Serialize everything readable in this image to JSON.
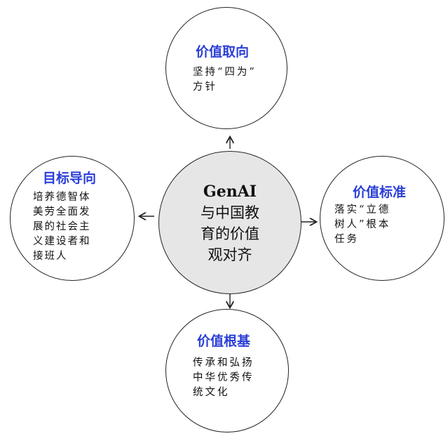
{
  "center": {
    "title": "GenAI",
    "line1": "与中国教",
    "line2": "育的价值",
    "line3": "观对齐"
  },
  "top": {
    "title": "价值取向",
    "line1": "坚持“四为”",
    "line2": "方针"
  },
  "right": {
    "title": "价值标准",
    "line1": "落实“立德",
    "line2": "树人”根本",
    "line3": "任务"
  },
  "bottom": {
    "title": "价值根基",
    "line1": "传承和弘扬",
    "line2": "中华优秀传",
    "line3": "统文化"
  },
  "left": {
    "title": "目标导向",
    "line1": "培养德智体",
    "line2": "美劳全面发",
    "line3": "展的社会主",
    "line4": "义建设者和",
    "line5": "接班人"
  },
  "colors": {
    "title_blue": "#2b3fd6",
    "center_fill": "#e6e6e6",
    "stroke": "#222222"
  }
}
